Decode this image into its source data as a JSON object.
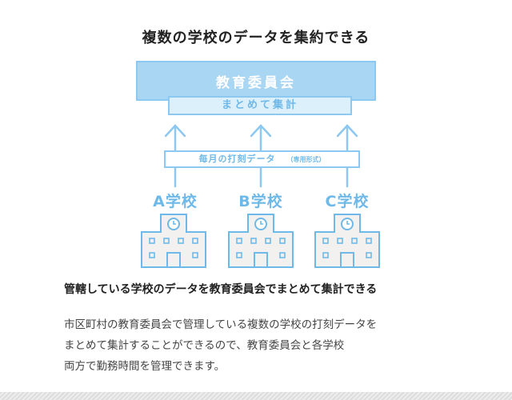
{
  "title": "複数の学校のデータを集約できる",
  "board": {
    "label": "教育委員会",
    "summary_label": "まとめて集計"
  },
  "data_flow": {
    "label": "毎月の打刻データ",
    "note": "（専用形式）"
  },
  "schools": [
    {
      "label": "A学校",
      "icon": "school-building-with-clock"
    },
    {
      "label": "B学校",
      "icon": "school-building-with-clock"
    },
    {
      "label": "C学校",
      "icon": "school-building-with-clock"
    }
  ],
  "subtitle": "管轄している学校のデータを教育委員会でまとめて集計できる",
  "description": [
    "市区町村の教育委員会で管理している複数の学校の打刻データを",
    "まとめて集計することができるので、教育委員会と各学校",
    "両方で勤務時間を管理できます。"
  ],
  "colors": {
    "accent": "#6fb9e8",
    "box_fill": "#a9d6f3",
    "box_light": "#dcf0fc",
    "building": "#f2f1ef",
    "building_stroke": "#6fb9e8"
  }
}
